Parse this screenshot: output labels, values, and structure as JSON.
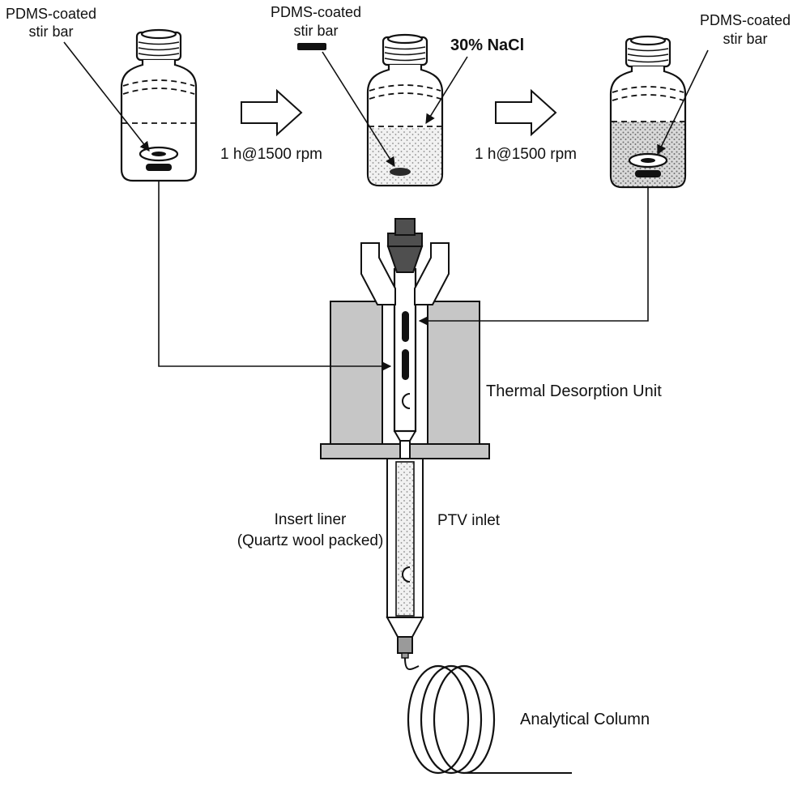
{
  "palette": {
    "ink": "#111111",
    "metal_gray": "#c6c6c6",
    "dark_gray": "#4f4f4f",
    "connector_gray": "#9a9a9a"
  },
  "vials": {
    "left_label": {
      "line1": "PDMS-coated",
      "line2": "stir bar"
    },
    "middle_label": {
      "line1": "PDMS-coated",
      "line2": "stir bar"
    },
    "right_label": {
      "line1": "PDMS-coated",
      "line2": "stir bar"
    },
    "nacl_label": "30% NaCl"
  },
  "steps": {
    "step1": "1 h@1500 rpm",
    "step2": "1 h@1500 rpm"
  },
  "apparatus": {
    "tdu_label": "Thermal Desorption Unit",
    "liner_label_line1": "Insert liner",
    "liner_label_line2": "(Quartz wool packed)",
    "ptv_label": "PTV inlet",
    "column_label": "Analytical Column"
  }
}
